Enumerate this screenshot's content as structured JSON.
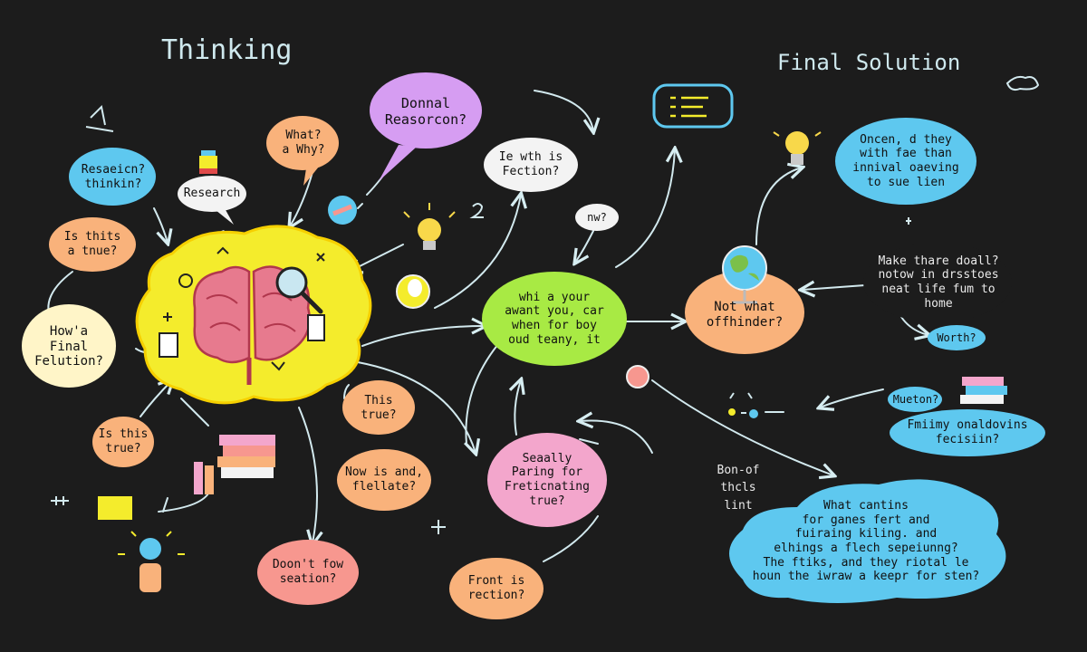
{
  "headings": {
    "thinking": "Thinking",
    "final_solution": "Final Solution"
  },
  "bubbles": {
    "research_thinking": "Resaeicn?\nthinkin?",
    "research": "Research",
    "what_why": "What?\na Why?",
    "donnal_reasorcon": "Donnal\nReasorcon?",
    "ie_whis_fection": "Ie wth is\nFection?",
    "nw": "nw?",
    "is_thits_true": "Is thits\na tnue?",
    "how_final_solution": "How'a\nFinal\nFelution?",
    "is_this_true_left": "Is this\ntrue?",
    "this_true": "This\ntrue?",
    "now_is_and": "Now is and,\nflellate?",
    "doont_you_seation": "Doon't fow\nseation?",
    "front_is_rection": "Front is\nrection?",
    "seaally_paring": "Seaally\nParing for\nFreticnating\ntrue?",
    "center_green": "whi a your\nawant you, car\nwhen for boy\noud teany, it",
    "not_what_offhinder": "Not what\noffhinder?",
    "oncen_d_they": "Oncen, d they\nwith fae than\ninnival oaeving\nto sue lien",
    "make_thare_doall": "Make thare doall?\nnotow in drsstoes\nneat life fum to\nhome",
    "worth": "Worth?",
    "mueton": "Mueton?",
    "fmiimy_onaldovins": "Fmiimy onaldovins\nfecisiin?",
    "bon_of": "Bon-of\nthcls\nlint",
    "what_cantins": "What cantins\nfor ganes fert and\nfuiraing kiling. and\nelhings a flech sepeiunng?\nThe ftiks, and they riotal le\nhoun the iwraw a keepr for sten?"
  },
  "colors": {
    "background": "#1c1c1c",
    "brain_cloud": "#f4ec2c",
    "pink": "#f3a6cc",
    "orange": "#f9b27b",
    "blue": "#5ec8ef",
    "lime": "#a8ea44",
    "violet": "#d69df2",
    "cream": "#fff5c8",
    "white": "#f3f3f3",
    "salmon": "#f7978f",
    "chalk": "#cfe6ea"
  },
  "icons": [
    "brain-icon",
    "magnifier-icon",
    "lightbulb-icon",
    "globe-icon",
    "books-icon",
    "chat-icon"
  ]
}
